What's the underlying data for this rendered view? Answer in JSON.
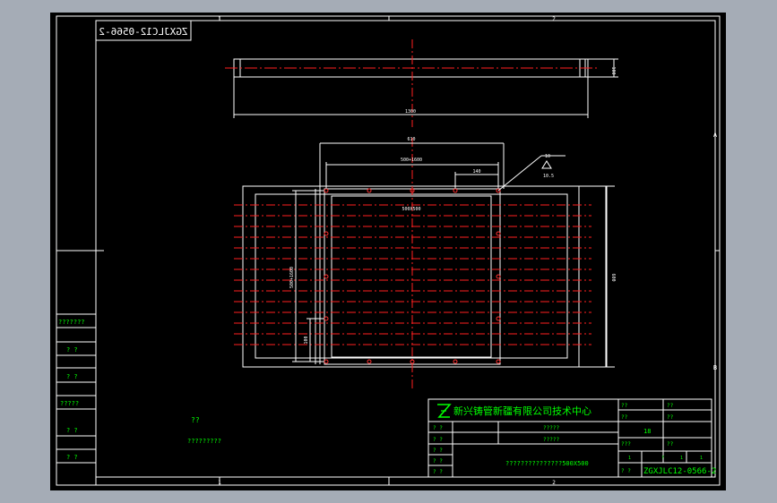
{
  "drawing": {
    "number": "ZGXJLC12-0566-2",
    "number_mirrored": "ZGXJLC12-0566-2",
    "company": "新兴铸管新疆有限公司技术中心",
    "size_label": "???????????????500X500",
    "title_cells": {
      "row1_mid": "?????",
      "row2_mid": "?????",
      "right_r1a": "??",
      "right_r1b": "??",
      "right_r2a": "??",
      "right_r2b": "??",
      "sheet_no": "18",
      "right_r3a": "???",
      "right_r3b": "??",
      "right_r4a": "1",
      "right_r4b": "?",
      "right_r4c": "1",
      "right_r4d": "1",
      "right_r5": "? ?",
      "left_r1": "? ?",
      "left_r2": "? ?",
      "left_r3": "? ?",
      "left_r4": "? ?",
      "left_r5": "? ?"
    },
    "left_strip": [
      "???????",
      "? ?",
      "? ?",
      "?????",
      "? ?",
      "? ?"
    ],
    "notes": [
      "??",
      "?????????"
    ],
    "zone_top": [
      "1",
      "2"
    ],
    "zone_bottom": [
      "1",
      "2"
    ],
    "zone_right": [
      "A",
      "B"
    ],
    "dims": {
      "top_length": "1300",
      "top_height": "100",
      "plan_width": "610",
      "plan_inner": "500+1600",
      "plan_step": "140",
      "plan_box": "500X500",
      "plan_height": "500+1600",
      "plan_overall": "600",
      "plan_small": "100",
      "weld_symbol": "10",
      "weld_side": "10.5"
    }
  }
}
